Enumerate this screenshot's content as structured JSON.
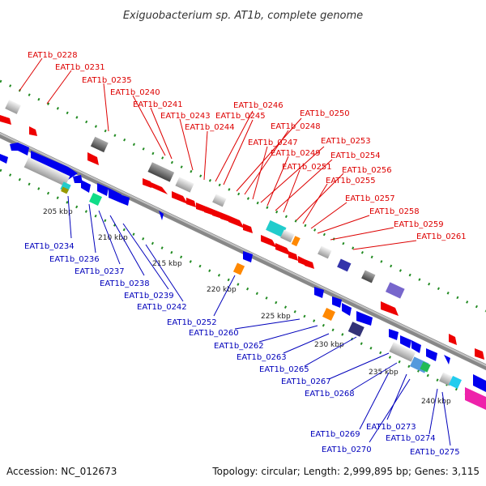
{
  "title": "Exiguobacterium sp. AT1b, complete genome",
  "footer": {
    "accession": "Accession: NC_012673",
    "topology": "Topology: circular; Length: 2,999,895 bp; Genes: 3,115"
  },
  "colors": {
    "forward_gene": "#ee0000",
    "reverse_gene": "#0000ee",
    "forward_label": "#dd0000",
    "reverse_label": "#0000bb",
    "backbone": "#888888",
    "tick": "#228b22"
  },
  "kbp_ticks": [
    "205 kbp",
    "210 kbp",
    "215 kbp",
    "220 kbp",
    "225 kbp",
    "230 kbp",
    "235 kbp",
    "240 kbp"
  ],
  "top_labels": [
    "EAT1b_0228",
    "EAT1b_0231",
    "EAT1b_0235",
    "EAT1b_0240",
    "EAT1b_0241",
    "EAT1b_0243",
    "EAT1b_0244",
    "EAT1b_0246",
    "EAT1b_0245",
    "EAT1b_0250",
    "EAT1b_0248",
    "EAT1b_0247",
    "EAT1b_0253",
    "EAT1b_0249",
    "EAT1b_0254",
    "EAT1b_0251",
    "EAT1b_0256",
    "EAT1b_0255",
    "EAT1b_0257",
    "EAT1b_0258",
    "EAT1b_0259",
    "EAT1b_0261"
  ],
  "bottom_labels": [
    "EAT1b_0234",
    "EAT1b_0236",
    "EAT1b_0237",
    "EAT1b_0238",
    "EAT1b_0239",
    "EAT1b_0242",
    "EAT1b_0252",
    "EAT1b_0260",
    "EAT1b_0262",
    "EAT1b_0263",
    "EAT1b_0265",
    "EAT1b_0267",
    "EAT1b_0268",
    "EAT1b_0269",
    "EAT1b_0273",
    "EAT1b_0270",
    "EAT1b_0274",
    "EAT1b_0275"
  ]
}
